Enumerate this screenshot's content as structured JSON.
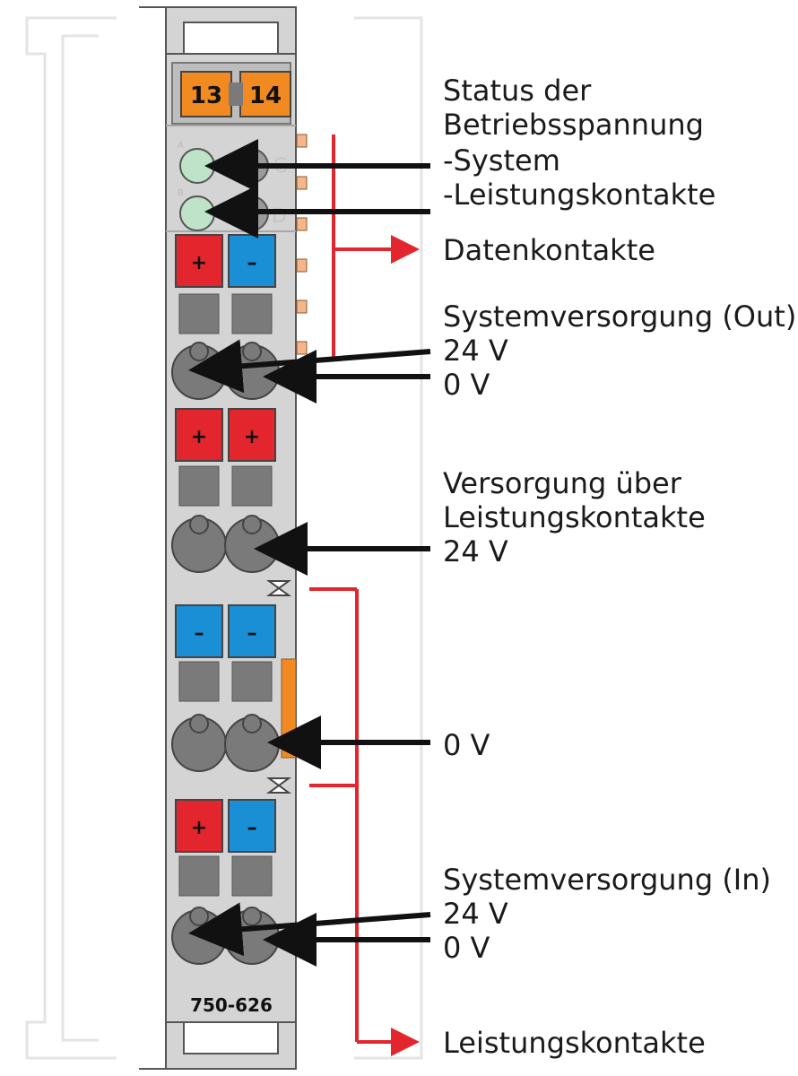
{
  "module": {
    "model": "750-626",
    "terminal_left": "13",
    "terminal_right": "14",
    "led_letters": [
      "A",
      "B",
      "C",
      "D"
    ],
    "colors": {
      "housing": "#d4d4d4",
      "terminal_orange": "#f28a22",
      "plus_red": "#e3262e",
      "minus_blue": "#1a8fd6",
      "led_green": "#bfe3c8",
      "contact_gray": "#7a7a7a",
      "arrow_black": "#111111",
      "bracket_red": "#e3262e"
    },
    "rows": [
      {
        "left_sign": "+",
        "right_sign": "–",
        "left_color": "red",
        "right_color": "blue"
      },
      {
        "left_sign": "+",
        "right_sign": "+",
        "left_color": "red",
        "right_color": "red"
      },
      {
        "left_sign": "–",
        "right_sign": "–",
        "left_color": "blue",
        "right_color": "blue"
      },
      {
        "left_sign": "+",
        "right_sign": "–",
        "left_color": "red",
        "right_color": "blue"
      }
    ]
  },
  "labels": {
    "status_line1": "Status der",
    "status_line2": "Betriebsspannung",
    "status_system": "-System",
    "status_power": "-Leistungskontakte",
    "data_contacts": "Datenkontakte",
    "sys_out_title": "Systemversorgung (Out)",
    "sys_out_24v": "24 V",
    "sys_out_0v": "0 V",
    "via_line1": "Versorgung über",
    "via_line2": "Leistungskontakte",
    "via_24v": "24 V",
    "mid_0v": "0 V",
    "sys_in_title": "Systemversorgung (In)",
    "sys_in_24v": "24 V",
    "sys_in_0v": "0 V",
    "power_contacts": "Leistungskontakte"
  }
}
